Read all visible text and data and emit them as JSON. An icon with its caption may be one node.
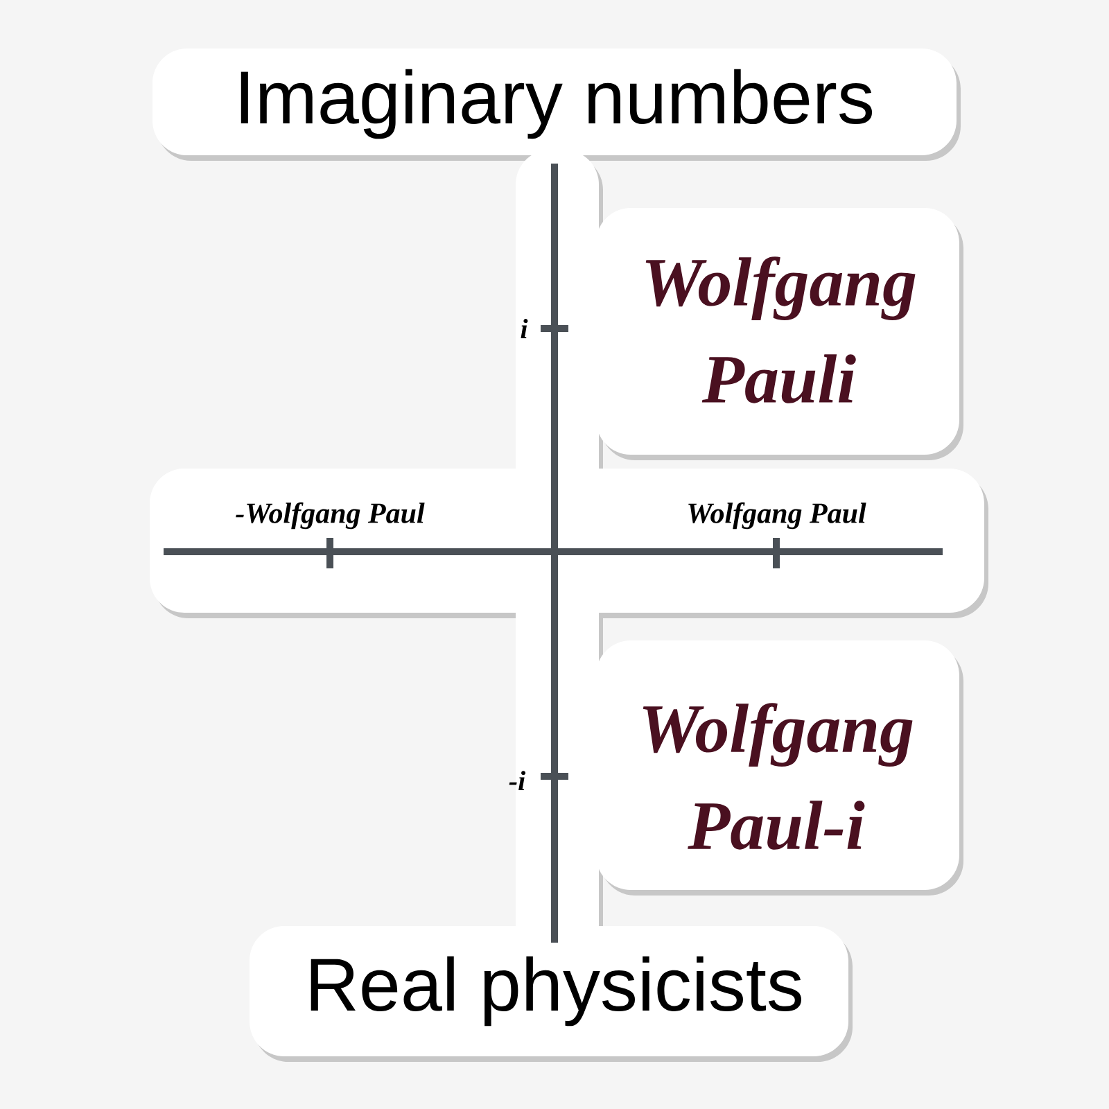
{
  "diagram": {
    "title": "Imaginary numbers",
    "labels": [
      "i",
      "Wolfgang Pauli",
      "-Wolfgang Paul",
      "Wolfgang Paul",
      "-i",
      "Wolfgang Paul-i",
      "Real physicists"
    ]
  }
}
